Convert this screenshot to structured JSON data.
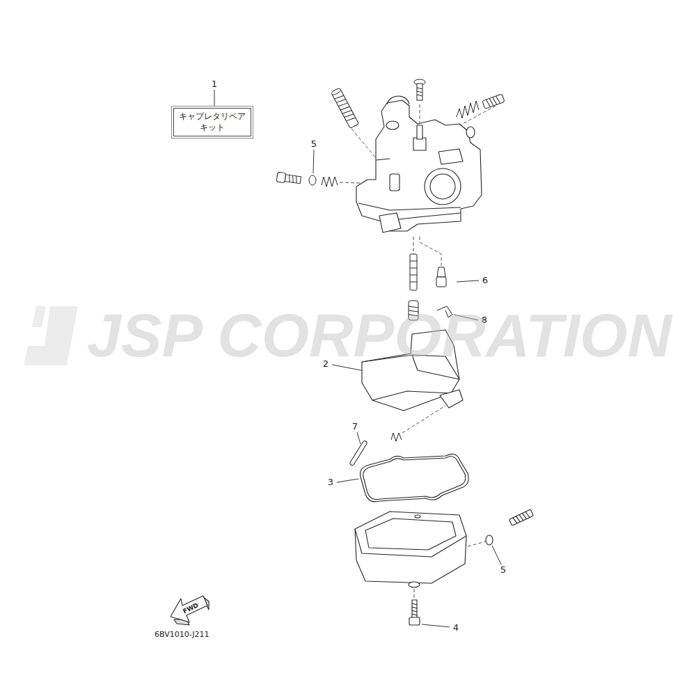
{
  "diagram": {
    "nodes": [
      {
        "text": [
          "キャブレタリペア キット"
        ]
      }
    ],
    "labels": [
      "1",
      "5",
      "6",
      "8",
      "2",
      "7",
      "3",
      "5",
      "4",
      "JSP CORPORATION",
      "FWD",
      "6BV1010-J211"
    ]
  }
}
